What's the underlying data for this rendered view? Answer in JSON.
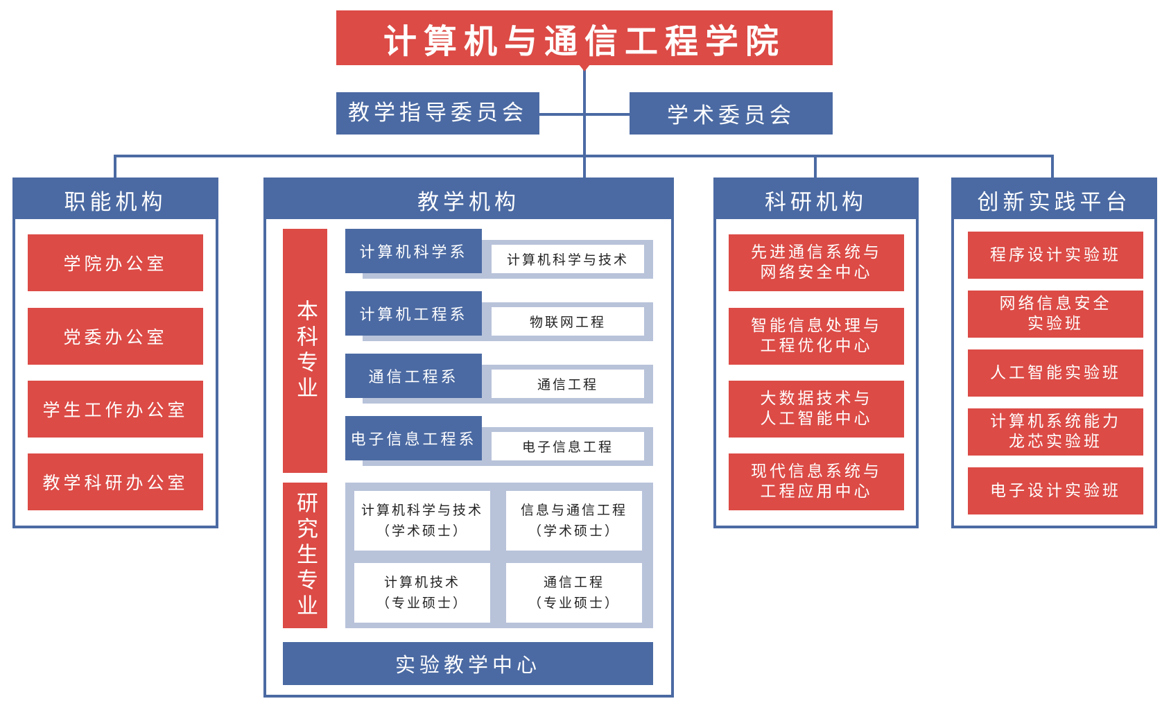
{
  "colors": {
    "red": "#dc4b46",
    "blue": "#4b6aa3",
    "light": "#b8c3da"
  },
  "title": "计算机与通信工程学院",
  "committees": {
    "teaching": "教学指导委员会",
    "academic": "学术委员会"
  },
  "functional": {
    "header": "职能机构",
    "items": [
      "学院办公室",
      "党委办公室",
      "学生工作办公室",
      "教学科研办公室"
    ]
  },
  "teaching": {
    "header": "教学机构",
    "undergrad_label": "本科专业",
    "departments": [
      {
        "name": "计算机科学系",
        "major": "计算机科学与技术"
      },
      {
        "name": "计算机工程系",
        "major": "物联网工程"
      },
      {
        "name": "通信工程系",
        "major": "通信工程"
      },
      {
        "name": "电子信息工程系",
        "major": "电子信息工程"
      }
    ],
    "grad_label": "研究生专业",
    "grad_majors": [
      {
        "name": "计算机科学与技术",
        "type": "（学术硕士）"
      },
      {
        "name": "信息与通信工程",
        "type": "（学术硕士）"
      },
      {
        "name": "计算机技术",
        "type": "（专业硕士）"
      },
      {
        "name": "通信工程",
        "type": "（专业硕士）"
      }
    ],
    "lab_center": "实验教学中心"
  },
  "research": {
    "header": "科研机构",
    "items": [
      {
        "line1": "先进通信系统与",
        "line2": "网络安全中心"
      },
      {
        "line1": "智能信息处理与",
        "line2": "工程优化中心"
      },
      {
        "line1": "大数据技术与",
        "line2": "人工智能中心"
      },
      {
        "line1": "现代信息系统与",
        "line2": "工程应用中心"
      }
    ]
  },
  "innovation": {
    "header": "创新实践平台",
    "items": [
      {
        "line1": "程序设计实验班",
        "line2": ""
      },
      {
        "line1": "网络信息安全",
        "line2": "实验班"
      },
      {
        "line1": "人工智能实验班",
        "line2": ""
      },
      {
        "line1": "计算机系统能力",
        "line2": "龙芯实验班"
      },
      {
        "line1": "电子设计实验班",
        "line2": ""
      }
    ]
  }
}
